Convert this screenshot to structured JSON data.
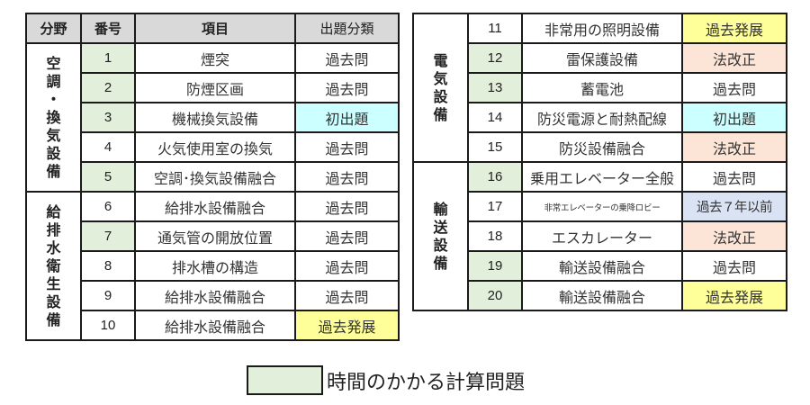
{
  "headers": {
    "category": "分野",
    "number": "番号",
    "item": "項目",
    "type": "出題分類"
  },
  "colors": {
    "header_bg": "#d9d9d9",
    "calc_problem": "#e2efda",
    "過去問": "#ffffff",
    "初出題": "#ccffff",
    "過去発展": "#ffff99",
    "法改正": "#fce4d6",
    "過去７年以前": "#dae3f3"
  },
  "categories": [
    {
      "name": "空調・換気設備",
      "vertical": "空\n調\n・\n換\n気\n設\n備"
    },
    {
      "name": "給排水衛生設備",
      "vertical": "給\n排\n水\n衛\n生\n設\n備"
    },
    {
      "name": "電気設備",
      "vertical": "電\n気\n設\n備"
    },
    {
      "name": "輸送設備",
      "vertical": "輸\n送\n設\n備"
    }
  ],
  "rows": [
    {
      "number": "1",
      "item": "煙突",
      "type": "過去問",
      "calc": true
    },
    {
      "number": "2",
      "item": "防煙区画",
      "type": "過去問",
      "calc": true
    },
    {
      "number": "3",
      "item": "機械換気設備",
      "type": "初出題",
      "calc": true
    },
    {
      "number": "4",
      "item": "火気使用室の換気",
      "type": "過去問",
      "calc": false
    },
    {
      "number": "5",
      "item": "空調･換気設備融合",
      "type": "過去問",
      "calc": true
    },
    {
      "number": "6",
      "item": "給排水設備融合",
      "type": "過去問",
      "calc": false
    },
    {
      "number": "7",
      "item": "通気管の開放位置",
      "type": "過去問",
      "calc": true
    },
    {
      "number": "8",
      "item": "排水槽の構造",
      "type": "過去問",
      "calc": false
    },
    {
      "number": "9",
      "item": "給排水設備融合",
      "type": "過去問",
      "calc": false
    },
    {
      "number": "10",
      "item": "給排水設備融合",
      "type": "過去発展",
      "calc": false
    },
    {
      "number": "11",
      "item": "非常用の照明設備",
      "type": "過去発展",
      "calc": false
    },
    {
      "number": "12",
      "item": "雷保護設備",
      "type": "法改正",
      "calc": true
    },
    {
      "number": "13",
      "item": "蓄電池",
      "type": "過去問",
      "calc": true
    },
    {
      "number": "14",
      "item": "防災電源と耐熱配線",
      "type": "初出題",
      "calc": false
    },
    {
      "number": "15",
      "item": "防災設備融合",
      "type": "法改正",
      "calc": false
    },
    {
      "number": "16",
      "item": "乗用エレベーター全般",
      "type": "過去問",
      "calc": true
    },
    {
      "number": "17",
      "item": "非常エレベーターの乗降ロビー",
      "type": "過去７年以前",
      "calc": false
    },
    {
      "number": "18",
      "item": "エスカレーター",
      "type": "法改正",
      "calc": false
    },
    {
      "number": "19",
      "item": "輸送設備融合",
      "type": "過去問",
      "calc": true
    },
    {
      "number": "20",
      "item": "輸送設備融合",
      "type": "過去発展",
      "calc": true
    }
  ],
  "legend": {
    "label": "時間のかかる計算問題"
  }
}
